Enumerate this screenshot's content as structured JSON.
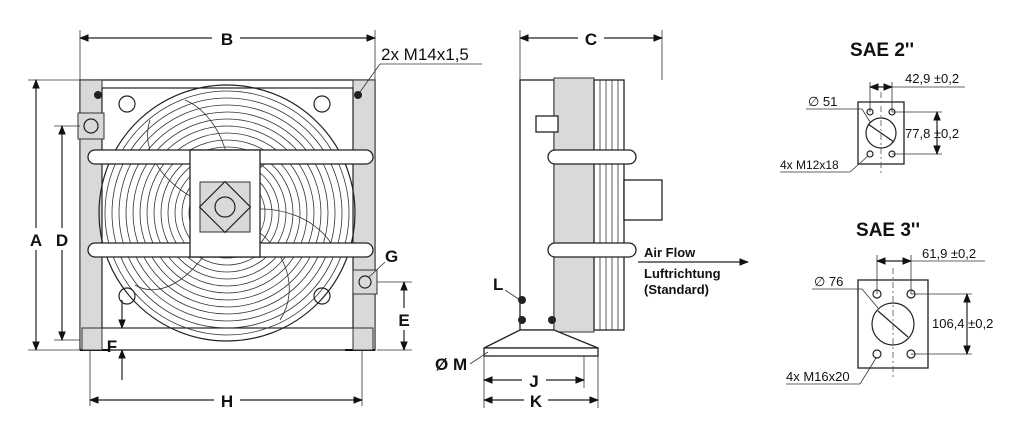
{
  "front_view": {
    "dims": {
      "A": "A",
      "B": "B",
      "D": "D",
      "E": "E",
      "F": "F",
      "G": "G",
      "H": "H"
    },
    "thread_note": "2x M14x1,5"
  },
  "side_view": {
    "dims": {
      "C": "C",
      "J": "J",
      "K": "K",
      "L": "L",
      "M": "Ø M"
    },
    "airflow": {
      "line1": "Air Flow",
      "line2": "Luftrichtung",
      "line3": "(Standard)"
    }
  },
  "flange_sae2": {
    "title": "SAE 2''",
    "diameter": "∅ 51",
    "width": "42,9 ±0,2",
    "height": "77,8 ±0,2",
    "bolts": "4x M12x18"
  },
  "flange_sae3": {
    "title": "SAE 3''",
    "diameter": "∅ 76",
    "width": "61,9 ±0,2",
    "height": "106,4 ±0,2",
    "bolts": "4x M16x20"
  }
}
